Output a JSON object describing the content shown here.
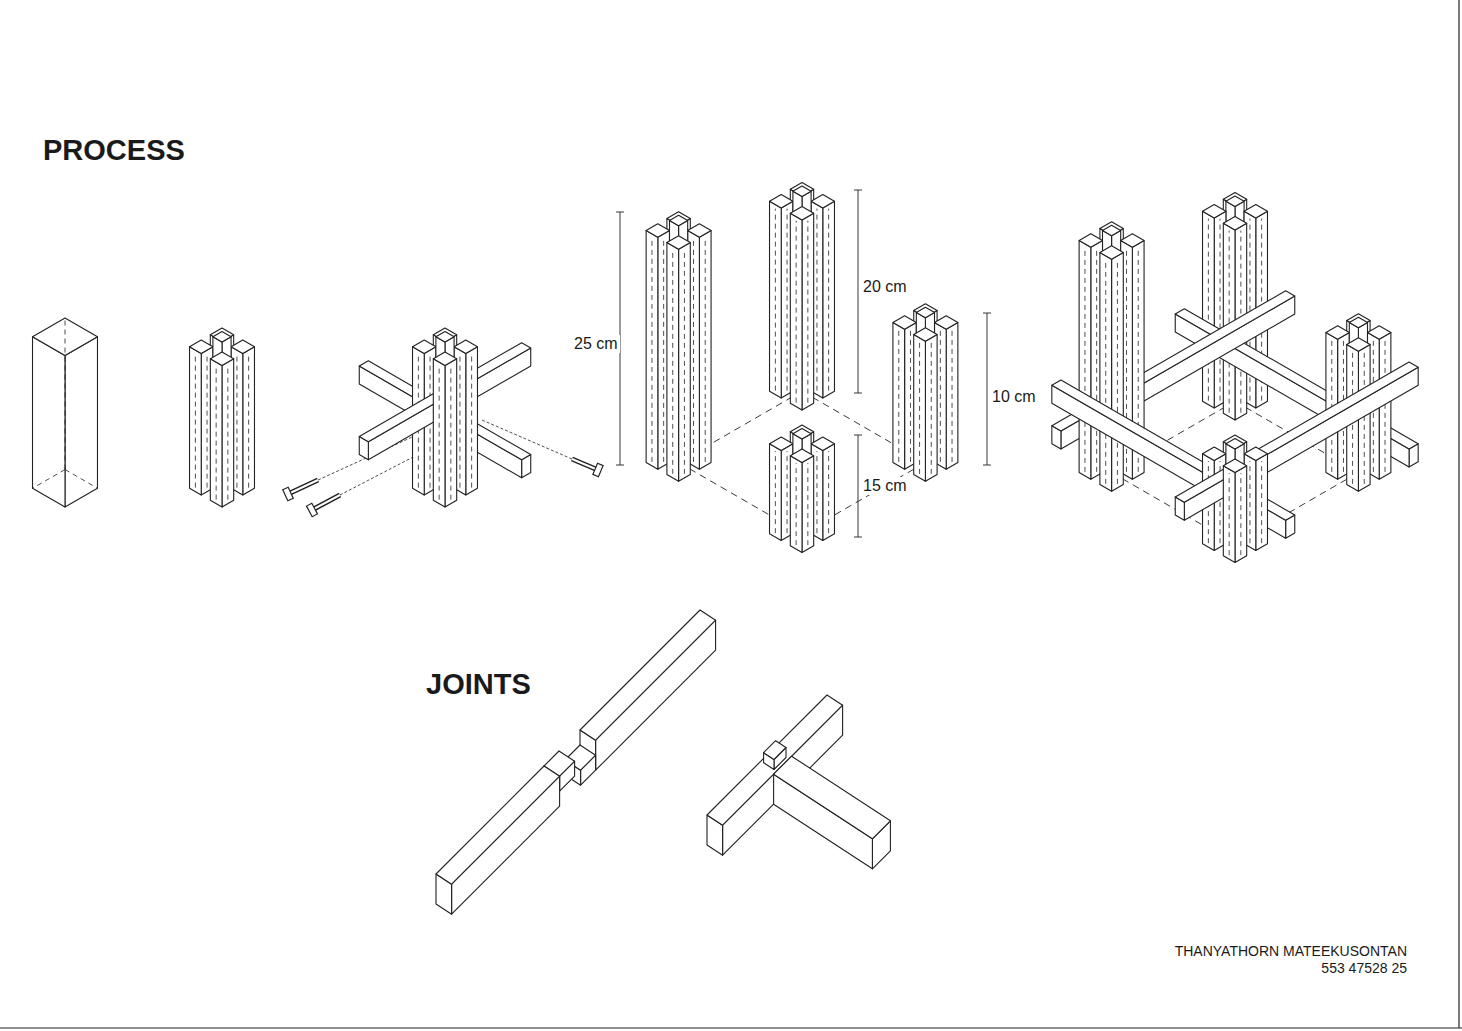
{
  "diagram": {
    "labels": [
      "PROCESS",
      "25 cm",
      "20 cm",
      "10 cm",
      "15 cm",
      "JOINTS",
      "THANYATHORN MATEEKUSONTAN",
      "553 47528 25"
    ]
  }
}
